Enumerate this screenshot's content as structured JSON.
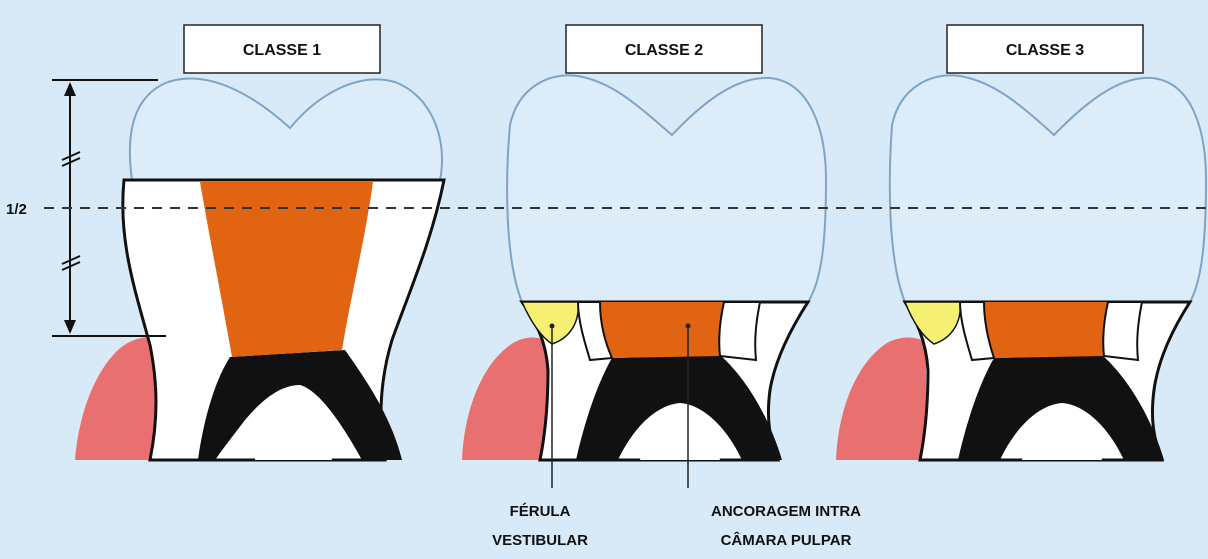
{
  "colors": {
    "background": "#d8eaf7",
    "crown": "#dcecf8",
    "crown_outline": "#7fa4c6",
    "composite": "#e06412",
    "ferrule": "#f5ef72",
    "gum": "#e97070",
    "dentin": "#ffffff",
    "pulp": "#111111"
  },
  "panels": [
    {
      "label": "CLASSE 1"
    },
    {
      "label": "CLASSE 2"
    },
    {
      "label": "CLASSE 3"
    }
  ],
  "half_marker": "1/2",
  "annotations": {
    "ferrule": {
      "line1": "FÉRULA",
      "line2": "VESTIBULAR"
    },
    "anchorage": {
      "line1": "ANCORAGEM INTRA",
      "line2": "CÂMARA PULPAR"
    }
  }
}
